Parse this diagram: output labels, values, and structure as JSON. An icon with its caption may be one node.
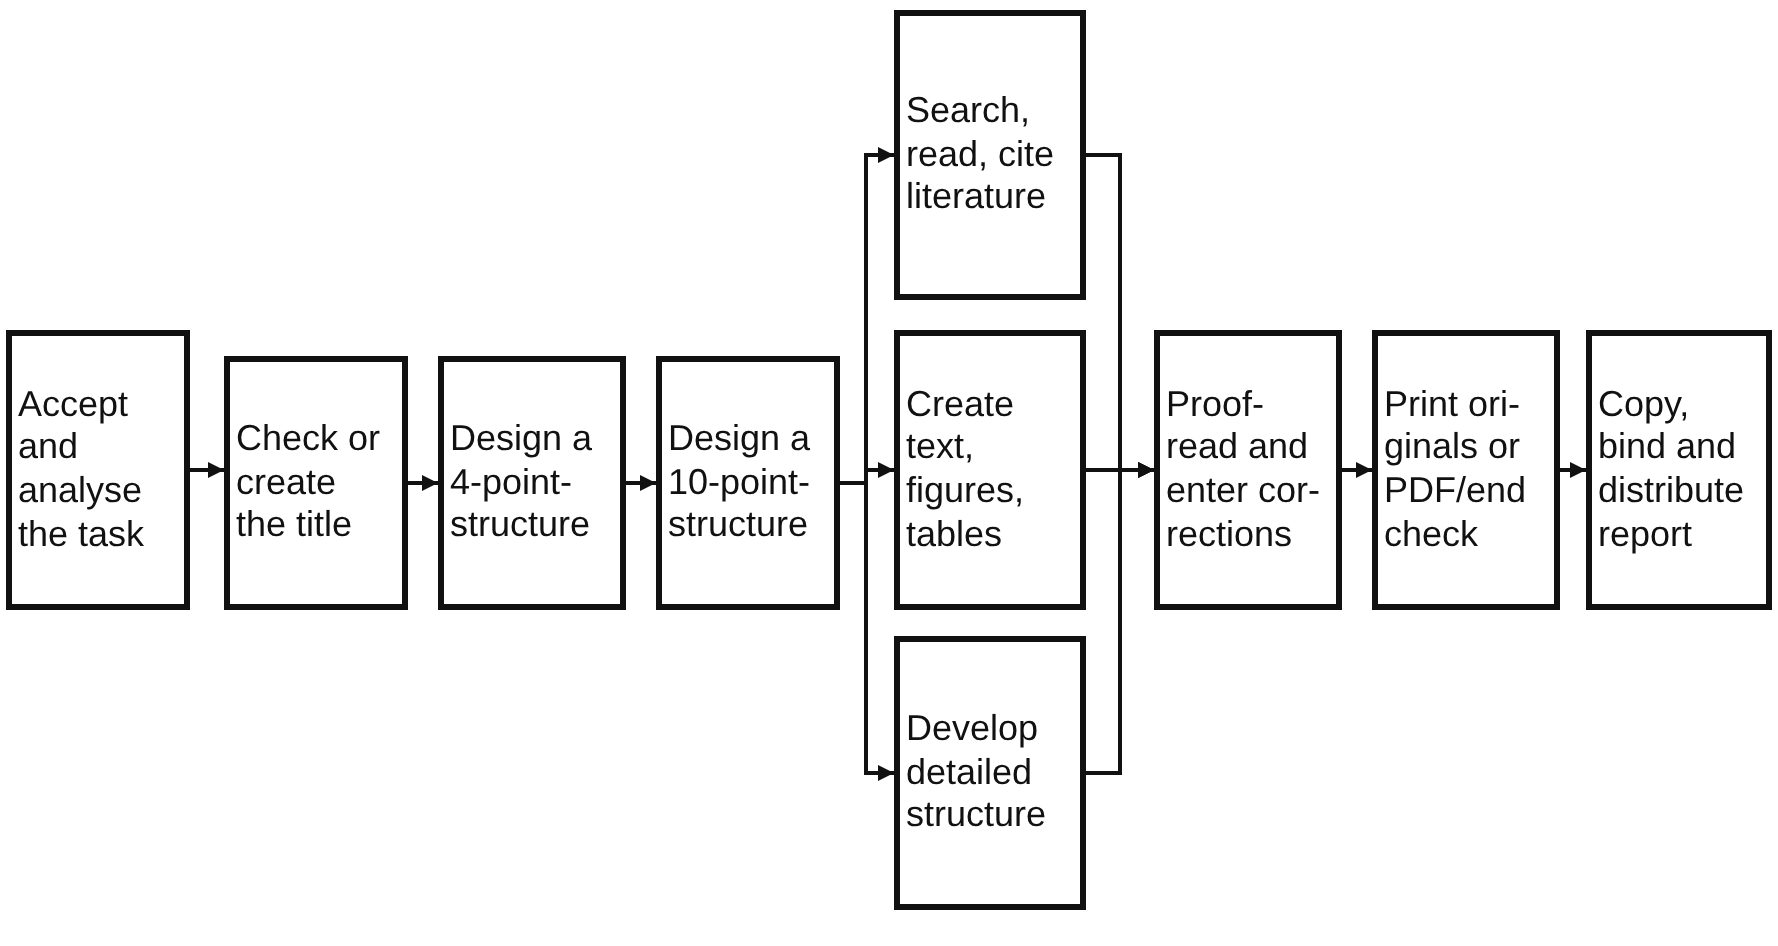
{
  "diagram": {
    "nodes": [
      {
        "text": [
          "Accept and analyse the task"
        ]
      },
      {
        "text": [
          "Check or create the title"
        ]
      },
      {
        "text": [
          "Design a 4-point-structure"
        ]
      },
      {
        "text": [
          "Design a 10-point-structure"
        ]
      },
      {
        "text": [
          "Search, read, cite literature"
        ]
      },
      {
        "text": [
          "Create text, figures, tables"
        ]
      },
      {
        "text": [
          "Develop detailed structure"
        ]
      },
      {
        "text": [
          "Proof- read and enter cor- rections"
        ]
      },
      {
        "text": [
          "Print ori- ginals or PDF/end check"
        ]
      },
      {
        "text": [
          "Copy, bind and distribute report"
        ]
      }
    ],
    "edges": [
      {
        "from": 0,
        "to": 1,
        "arrow": "to"
      },
      {
        "from": 1,
        "to": 2,
        "arrow": "to"
      },
      {
        "from": 2,
        "to": 3,
        "arrow": "to"
      },
      {
        "from": 3,
        "to": 4,
        "arrow": "to"
      },
      {
        "from": 3,
        "to": 5,
        "arrow": "to"
      },
      {
        "from": 3,
        "to": 6,
        "arrow": "to"
      },
      {
        "from": 4,
        "to": 7,
        "arrow": "to"
      },
      {
        "from": 5,
        "to": 7,
        "arrow": "to"
      },
      {
        "from": 6,
        "to": 7,
        "arrow": "to"
      },
      {
        "from": 7,
        "to": 8,
        "arrow": "to"
      },
      {
        "from": 8,
        "to": 9,
        "arrow": "to"
      }
    ]
  }
}
